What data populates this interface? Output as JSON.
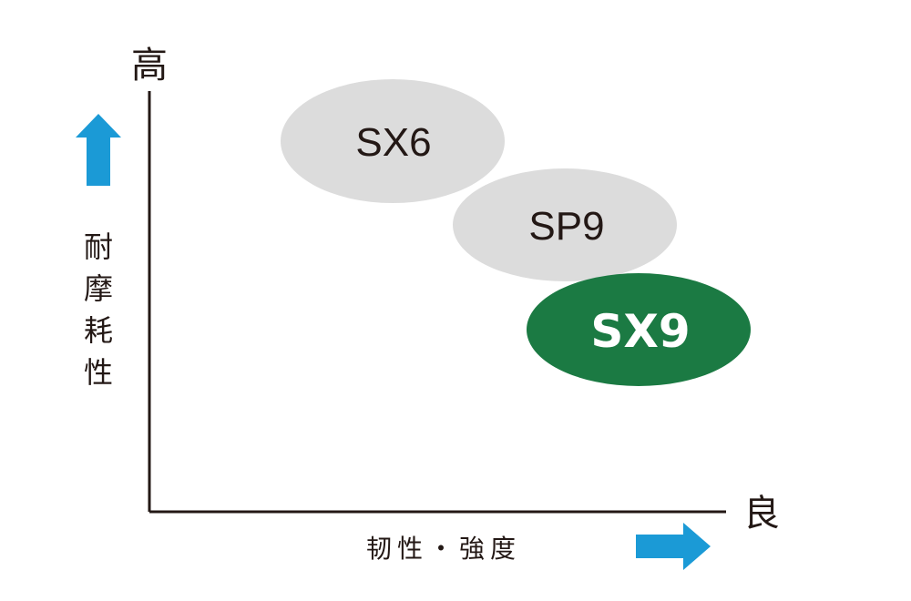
{
  "axes": {
    "y_high_label": "高",
    "x_good_label": "良",
    "y_title": [
      "耐",
      "摩",
      "耗",
      "性"
    ],
    "x_title": "韧性・強度"
  },
  "products": [
    {
      "label": "SX6",
      "fill": "#dcdcdc",
      "text_color": "#231815",
      "highlight": false
    },
    {
      "label": "SP9",
      "fill": "#dcdcdc",
      "text_color": "#231815",
      "highlight": false
    },
    {
      "label": "SX9",
      "fill": "#1b7a43",
      "text_color": "#ffffff",
      "highlight": true
    }
  ],
  "colors": {
    "arrow": "#1b9ad6",
    "axis": "#231815"
  },
  "icons": {
    "y_arrow": "arrow-up-icon",
    "x_arrow": "arrow-right-icon"
  }
}
